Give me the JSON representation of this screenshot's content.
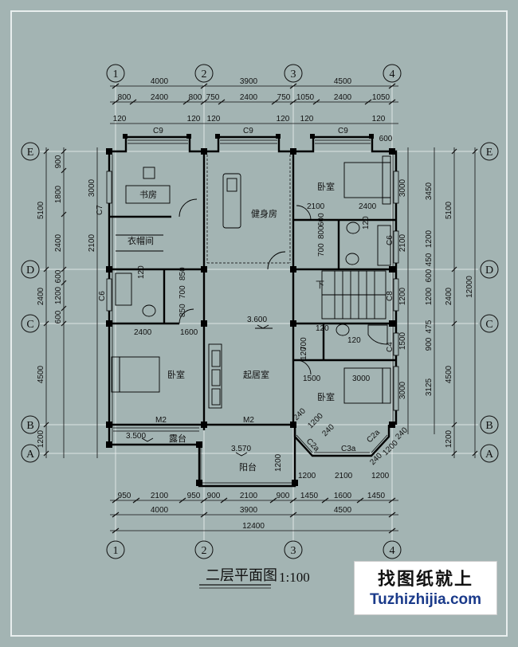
{
  "title": "二层平面图",
  "scale": "1:100",
  "watermark": {
    "line1": "找图纸就上",
    "line2": "Tuzhizhijia.com"
  },
  "axes_columns": [
    "1",
    "2",
    "3",
    "4"
  ],
  "axes_rows": [
    "E",
    "D",
    "C",
    "B",
    "A"
  ],
  "rooms": {
    "study": "书房",
    "gym": "健身房",
    "bedroom_ne": "卧室",
    "closet": "衣帽间",
    "down": "下",
    "bedroom_sw": "卧室",
    "living": "起居室",
    "bedroom_se": "卧室",
    "terrace": "露台",
    "balcony": "阳台"
  },
  "levels": {
    "terrace": "3.500",
    "hall": "3.600",
    "balcony": "3.570"
  },
  "labels": {
    "c9": "C9",
    "c7": "C7",
    "c6": "C6",
    "c8": "C8",
    "c4": "C4",
    "m2a": "M2",
    "m2b": "M2",
    "c2a": "C2a",
    "c3a": "C3a",
    "c2b": "C2a"
  },
  "top_dims": {
    "overall": [
      "4000",
      "3900",
      "4500"
    ],
    "detail": [
      "800",
      "2400",
      "800",
      "750",
      "2400",
      "750",
      "1050",
      "2400",
      "1050"
    ],
    "piers": [
      "120",
      "120",
      "120",
      "120",
      "120",
      "120"
    ],
    "corner": "600"
  },
  "bottom_dims": {
    "detail": [
      "950",
      "2100",
      "950",
      "900",
      "2100",
      "900",
      "1450",
      "1600",
      "1450"
    ],
    "overall": [
      "4000",
      "3900",
      "4500"
    ],
    "total": "12400"
  },
  "left_dims": {
    "outer": [
      "5100",
      "2400",
      "4500",
      "1200"
    ],
    "inner": [
      "900",
      "1800",
      "2400",
      "600",
      "1200",
      "600"
    ],
    "wall": [
      "3000",
      "2100"
    ]
  },
  "right_dims": {
    "total": "12000",
    "outer": [
      "5100",
      "2400",
      "4500",
      "1200"
    ],
    "mid": [
      "3450",
      "1200",
      "450",
      "600",
      "1200",
      "475",
      "900",
      "3125"
    ],
    "inner": [
      "3000",
      "2100",
      "1200",
      "1500",
      "3000"
    ]
  },
  "interior_dims": {
    "bed_ne_w": "2100",
    "bed_ne_w2": "2400",
    "bath_ne": "120",
    "c6_r": "C6",
    "v800": "800",
    "v700": "700",
    "v600": "600",
    "bath_w": "120",
    "h850": "850",
    "h700": "700",
    "h850b": "850",
    "w2400": "2400",
    "w1600": "1600",
    "r120a": "120",
    "r120b": "120",
    "r700": "700",
    "r120c": "120",
    "w1500": "1500",
    "w3000": "3000",
    "bay_240": "240",
    "bay_1200": "1200",
    "bay_240b": "240",
    "bay_240r": "240",
    "bay_1200r": "1200",
    "bay_240r2": "240",
    "bb_1200": "1200",
    "bb_2100": "2100",
    "bb_1200r": "1200",
    "bal_1200": "1200"
  }
}
